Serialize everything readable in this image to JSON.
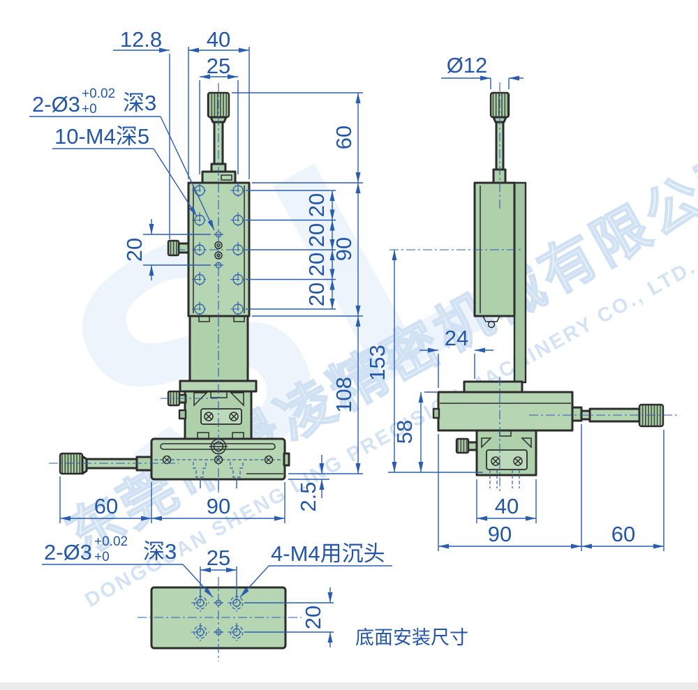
{
  "watermark": {
    "giant": "SL",
    "cn": "东莞市晟凌精密机械有限公司",
    "en": "DONGGUAN SHENG LING PRECISION MACHINERY CO., LTD."
  },
  "front": {
    "d128": "12.8",
    "d40": "40",
    "d25": "25",
    "d60r": "60",
    "d90r": "90",
    "d108": "108",
    "chain20": [
      "20",
      "20",
      "20",
      "20"
    ],
    "d20left": "20",
    "d60b": "60",
    "d90b": "90",
    "d25step": "2.5",
    "pin_label": "2-Ø3",
    "pin_tol_top": "+0.02",
    "pin_tol_bot": "+0",
    "pin_depth": "深3",
    "thread_label": "10-M4深5"
  },
  "side": {
    "dia": "Ø12",
    "d24": "24",
    "d153": "153",
    "d58": "58",
    "d40": "40",
    "d90": "90",
    "d60": "60"
  },
  "bottom": {
    "pin_label": "2-Ø3",
    "pin_tol_top": "+0.02",
    "pin_tol_bot": "+0",
    "pin_depth": "深3",
    "d25": "25",
    "cb_label": "4-M4用沉头",
    "d20": "20",
    "caption": "底面安装尺寸"
  }
}
